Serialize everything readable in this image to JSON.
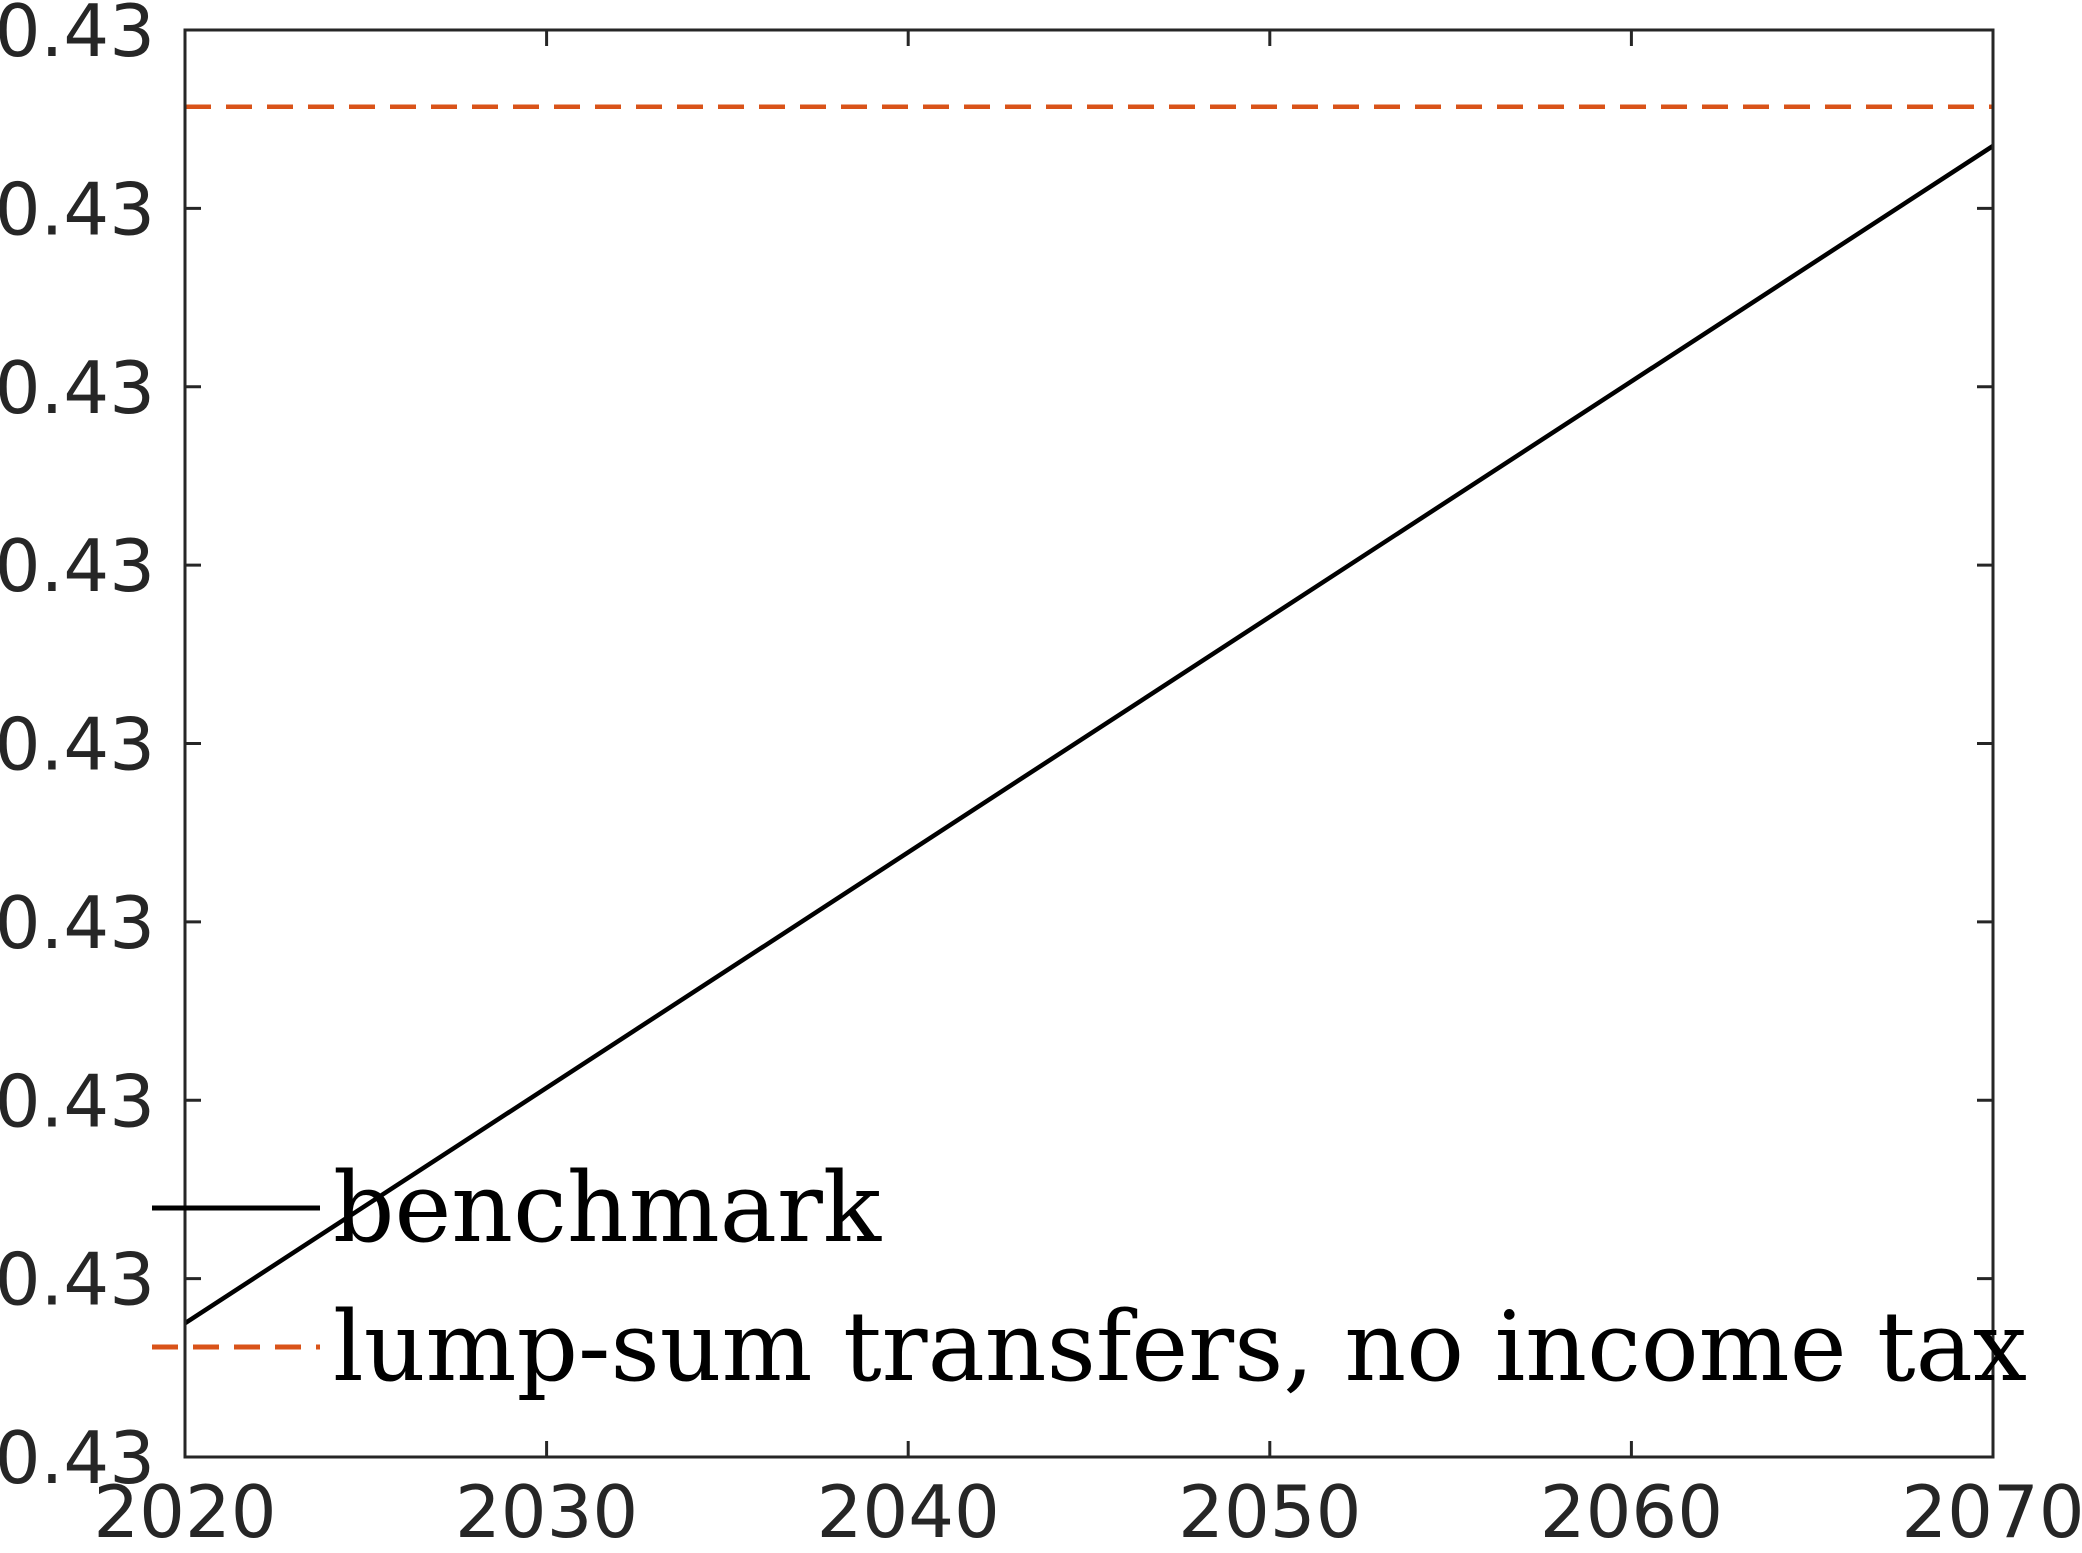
{
  "chart_data": {
    "type": "line",
    "title": "",
    "xlabel": "",
    "ylabel": "",
    "xlim": [
      2020,
      2070
    ],
    "ylim": [
      0,
      8
    ],
    "x_ticks": [
      2020,
      2030,
      2040,
      2050,
      2060,
      2070
    ],
    "x_tick_labels": [
      "2020",
      "2030",
      "2040",
      "2050",
      "2060",
      "2070"
    ],
    "y_ticks": [
      0,
      1,
      2,
      3,
      4,
      5,
      6,
      7,
      8
    ],
    "y_tick_labels": [
      "0.43",
      "0.43",
      "0.43",
      "0.43",
      "0.43",
      "0.43",
      "0.43",
      "0.43",
      "0.43"
    ],
    "grid": false,
    "legend_position": "bottom-left",
    "series": [
      {
        "name": "benchmark",
        "style": "solid",
        "color": "#000000",
        "x": [
          2020,
          2070
        ],
        "y": [
          0.75,
          7.35
        ]
      },
      {
        "name": "lump-sum transfers, no income tax",
        "style": "dashed",
        "color": "#D95319",
        "x": [
          2020,
          2070
        ],
        "y": [
          7.57,
          7.57
        ]
      }
    ]
  }
}
